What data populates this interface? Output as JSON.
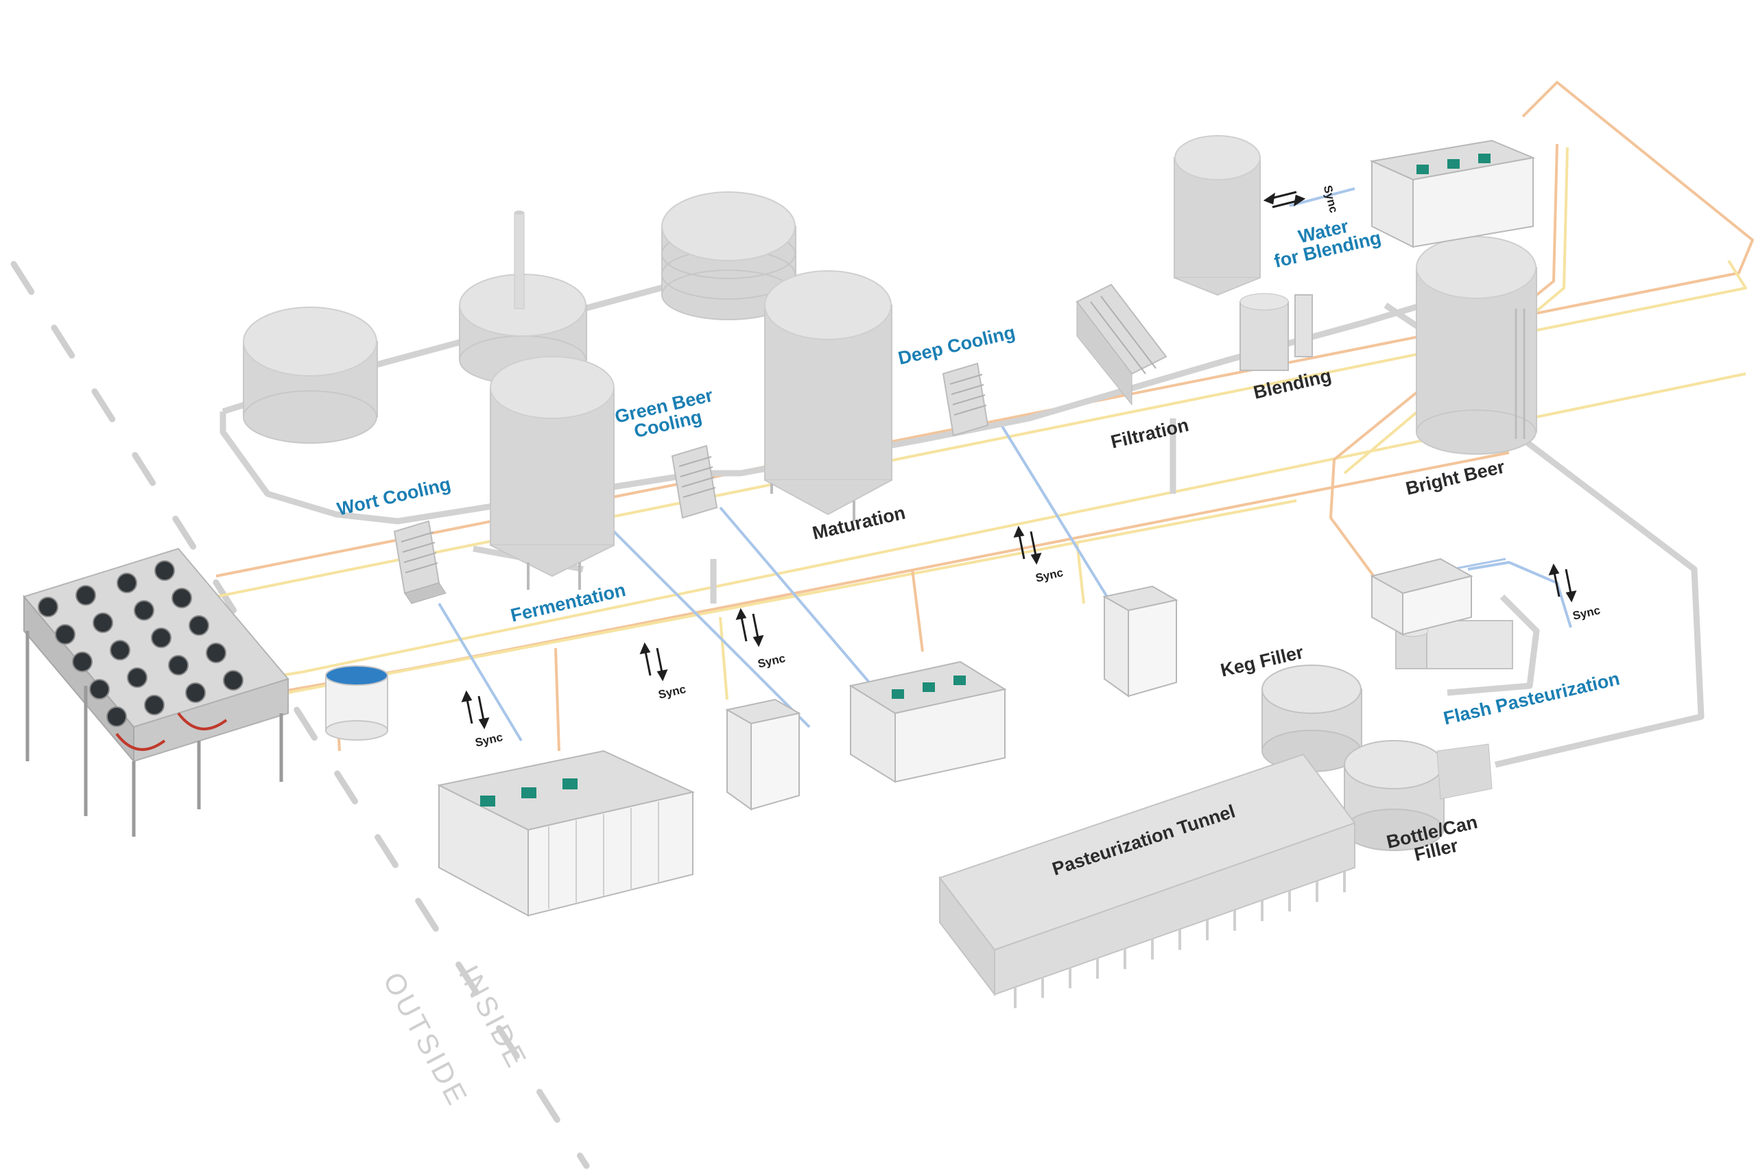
{
  "labels": {
    "wort_cooling": "Wort Cooling",
    "fermentation": "Fermentation",
    "green_beer_cooling": "Green Beer\nCooling",
    "maturation": "Maturation",
    "deep_cooling": "Deep Cooling",
    "filtration": "Filtration",
    "blending": "Blending",
    "water_for_blending": "Water\nfor Blending",
    "bright_beer": "Bright Beer",
    "keg_filler": "Keg Filler",
    "flash_pasteurization": "Flash Pasteurization",
    "pasteurization_tunnel": "Pasteurization Tunnel",
    "bottle_can_filler": "Bottle/Can\nFiller",
    "inside": "INSIDE",
    "outside": "OUTSIDE"
  },
  "sync_labels": [
    "Sync",
    "Sync",
    "Sync",
    "Sync",
    "Sync",
    "Sync"
  ],
  "colors": {
    "blue_label": "#1b7fb3",
    "dark_label": "#2b2b2b",
    "process_pipe": "#d2d2d2",
    "hot_line_orange": "#f3c49a",
    "warm_line_yellow": "#f6e3a0",
    "cold_line_blue": "#a9c6ea",
    "boundary_dash": "#cfcfcf",
    "chiller_green": "#1d8c78"
  },
  "icons": {
    "sync": "sync-arrows-icon",
    "dry_cooler_fan": "fan-icon"
  }
}
